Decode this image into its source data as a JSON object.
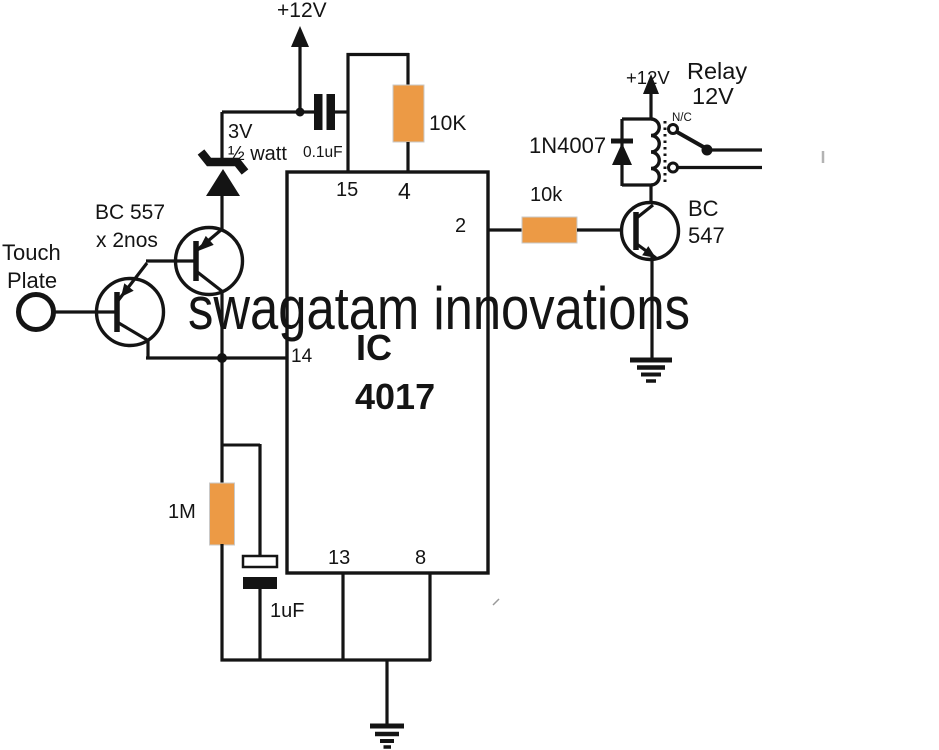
{
  "colors": {
    "watermark": "#9B9B9B",
    "resistor": "#EC9A45",
    "pnp_fill": "#ACD8DB",
    "npn_fill": "#D4D4D4",
    "line": "#141414"
  },
  "watermark": "swagatam innovations",
  "power": {
    "top": "+12V",
    "right": "+12V"
  },
  "touch_plate": {
    "line1": "Touch",
    "line2": "Plate"
  },
  "pnp_pair": {
    "line1": "BC 557",
    "line2": "x 2nos"
  },
  "zener": {
    "line1": "3V",
    "line2": "½ watt"
  },
  "capacitors": {
    "c_01uf": "0.1uF",
    "c_1uf": "1uF"
  },
  "resistors": {
    "r10k_top": "10K",
    "r10k_base": "10k",
    "r1m": "1M"
  },
  "ic": {
    "line1": "IC",
    "line2": "4017",
    "pin15": "15",
    "pin4": "4",
    "pin2": "2",
    "pin14": "14",
    "pin13": "13",
    "pin8": "8"
  },
  "relay": {
    "line1": "Relay",
    "line2": "12V",
    "contact_label": "N/C",
    "flyback_diode": "1N4007"
  },
  "npn": {
    "line1": "BC",
    "line2": "547"
  }
}
